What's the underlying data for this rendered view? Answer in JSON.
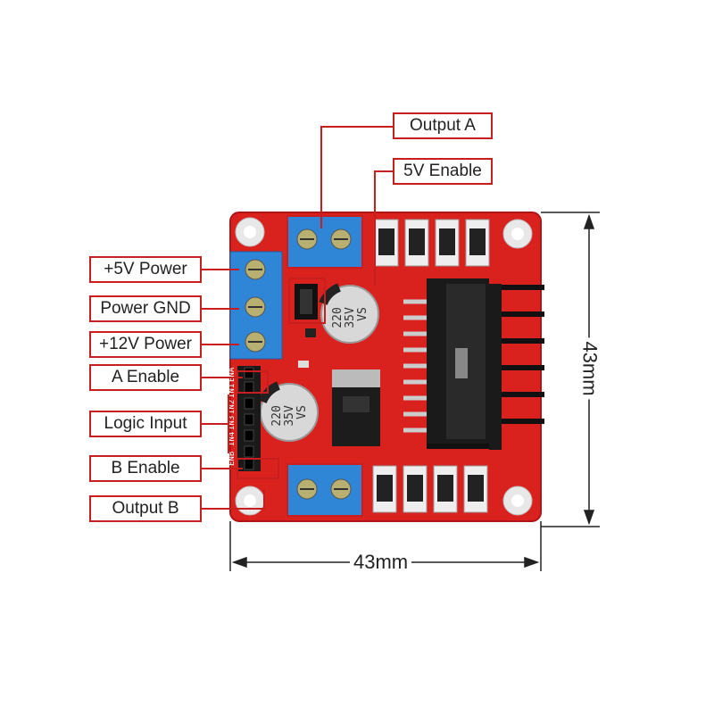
{
  "labels": {
    "output_a": "Output A",
    "five_v_enable": "5V Enable",
    "plus_5v_power": "+5V Power",
    "power_gnd": "Power GND",
    "plus_12v_power": "+12V Power",
    "a_enable": "A Enable",
    "logic_input": "Logic Input",
    "b_enable": "B Enable",
    "output_b": "Output B"
  },
  "dimensions": {
    "width": "43mm",
    "height": "43mm"
  },
  "capacitors": [
    {
      "value": "220",
      "voltage": "35V",
      "mark": "VS"
    },
    {
      "value": "220",
      "voltage": "35V",
      "mark": "VS"
    }
  ],
  "pin_labels": [
    "ENB",
    "IN4",
    "IN3",
    "IN2",
    "IN1",
    "ENA"
  ],
  "colors": {
    "pcb": "#d9221e",
    "terminal": "#2f86d6",
    "callout_border": "#c81e1e",
    "line": "#c81e1e",
    "heatsink": "#1a1a1a"
  }
}
